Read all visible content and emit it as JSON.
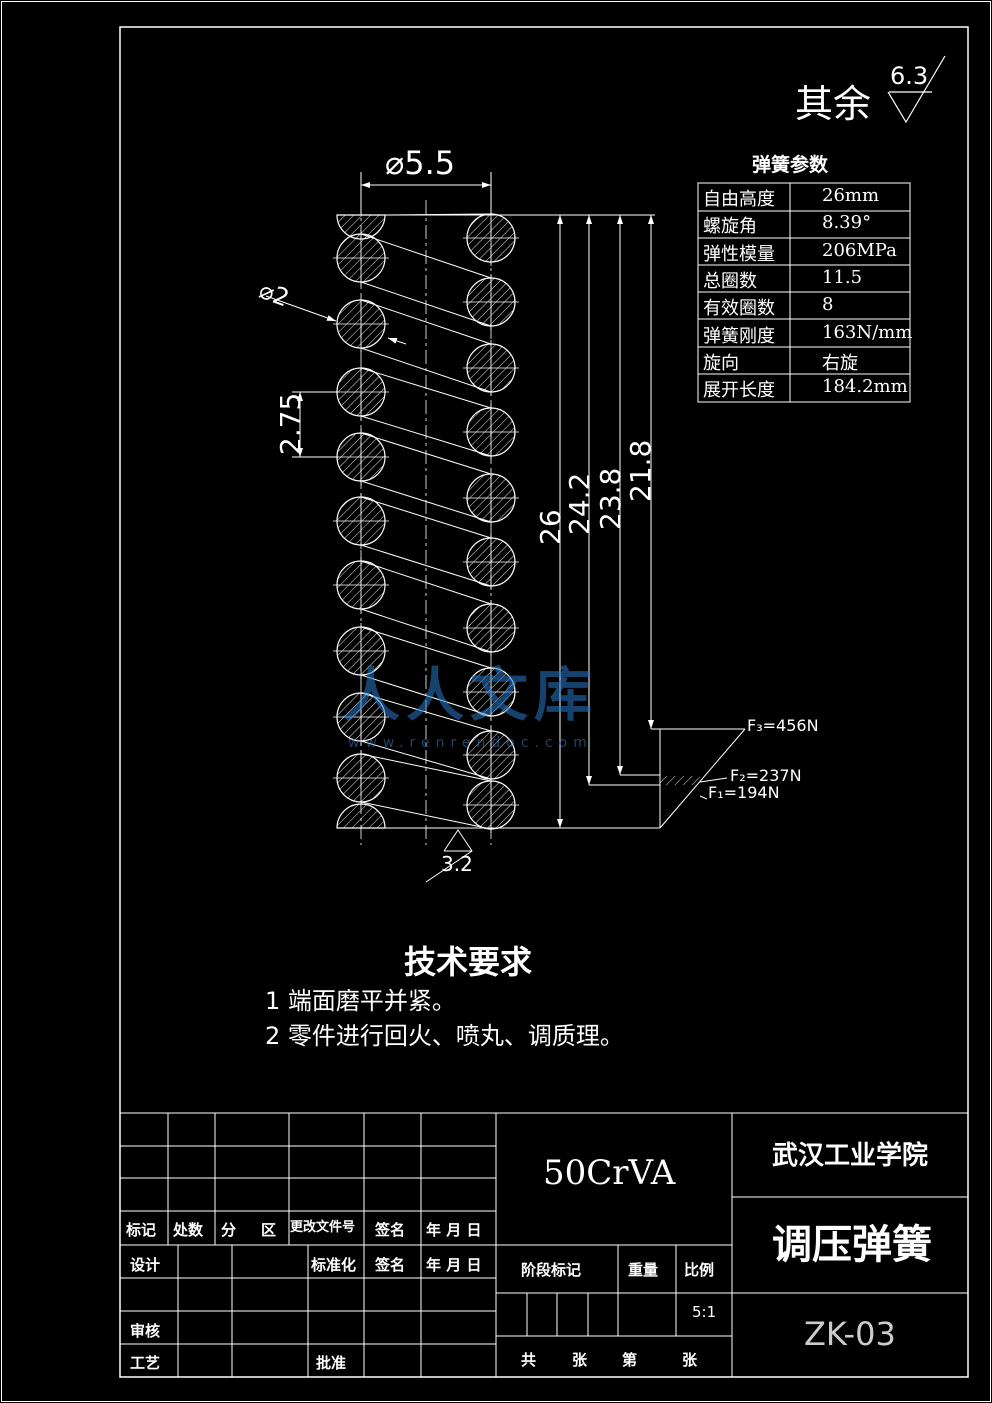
{
  "surface_finish_note": {
    "label": "其余",
    "value": "6.3"
  },
  "spring_params": {
    "title": "弹簧参数",
    "rows": [
      {
        "name": "自由高度",
        "value": "26mm"
      },
      {
        "name": "螺旋角",
        "value": "8.39°"
      },
      {
        "name": "弹性模量",
        "value": "206MPa"
      },
      {
        "name": "总圈数",
        "value": "11.5"
      },
      {
        "name": "有效圈数",
        "value": "8"
      },
      {
        "name": "弹簧刚度",
        "value": "163N/mm"
      },
      {
        "name": "旋向",
        "value": "右旋"
      },
      {
        "name": "展开长度",
        "value": "184.2mm"
      }
    ]
  },
  "dimensions": {
    "outer_diameter": "⌀5.5",
    "wire_diameter": "⌀2",
    "pitch": "2.75",
    "free_height": "26",
    "h1": "24.2",
    "h2": "23.8",
    "h3": "21.8",
    "bottom_roughness": "3.2"
  },
  "forces": {
    "f3": "F₃=456N",
    "f2": "F₂=237N",
    "f1": "F₁=194N"
  },
  "watermark": {
    "text": "人人文库",
    "url": "www.renrendoc.com"
  },
  "tech_requirements": {
    "title": "技术要求",
    "items": [
      "1  端面磨平并紧。",
      "2  零件进行回火、喷丸、调质理。"
    ]
  },
  "title_block": {
    "material": "50CrVA",
    "institution": "武汉工业学院",
    "drawing_name": "调压弹簧",
    "drawing_number": "ZK-03",
    "scale": "5:1",
    "labels": {
      "mark": "标记",
      "count": "处数",
      "zone_fen": "分",
      "zone_qu": "区",
      "change_doc": "更改文件号",
      "sign": "签名",
      "date": "年 月 日",
      "design": "设计",
      "standard": "标准化",
      "sign2": "签名",
      "date2": "年 月 日",
      "review": "审核",
      "process": "工艺",
      "approve": "批准",
      "stage": "阶段标记",
      "weight": "重量",
      "ratio": "比例",
      "total": "共",
      "sheets": "张",
      "nth": "第",
      "sheet": "张"
    }
  }
}
